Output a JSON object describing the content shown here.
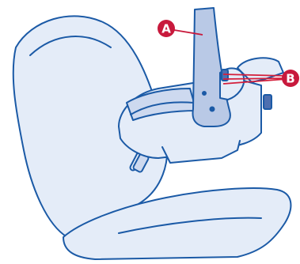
{
  "callouts": [
    {
      "letter": "A"
    },
    {
      "letter": "B"
    }
  ],
  "colors": {
    "outline": "#1b5aa6",
    "fill_light": "#e4ecf8",
    "fill_mid": "#cdd9ef",
    "fill_part": "#b9c9e6",
    "callout": "#c8193c",
    "belt_indicator": "#d41e3a",
    "buckle_dark": "#4d6fb0",
    "background": "#ffffff"
  },
  "icons": [
    "vehicle-seat-illustration",
    "infant-car-seat-base",
    "support-leg-part",
    "seat-belt",
    "lock-clip"
  ]
}
